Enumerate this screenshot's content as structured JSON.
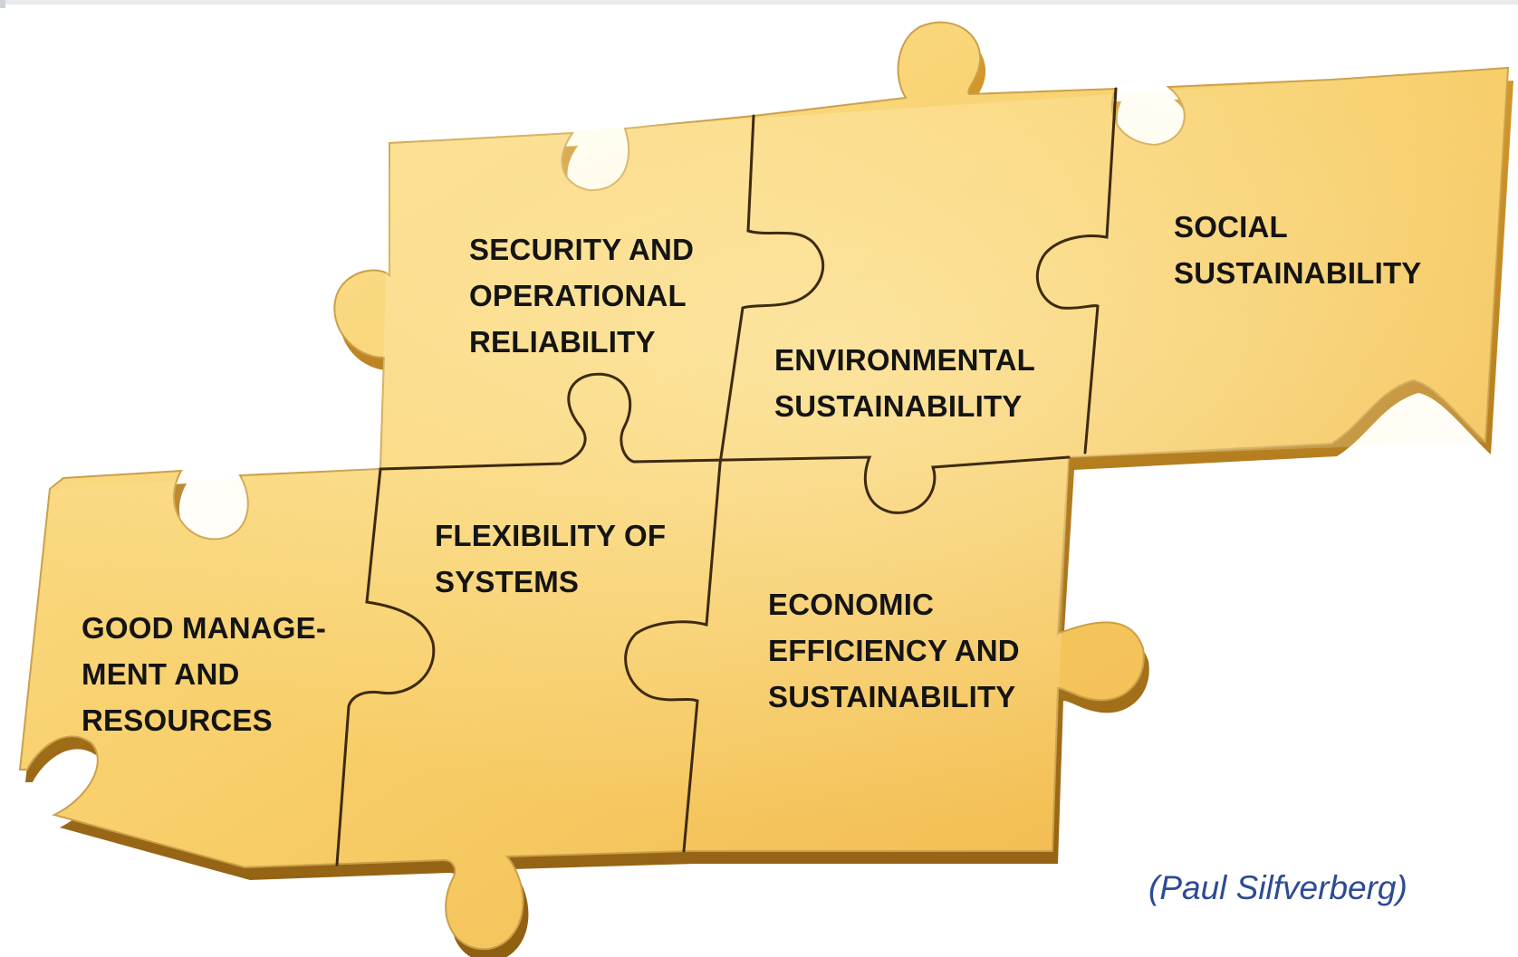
{
  "diagram": {
    "pieces": {
      "security": "SECURITY AND\nOPERATIONAL\nRELIABILITY",
      "social": "SOCIAL\nSUSTAINABILITY",
      "environmental": "ENVIRONMENTAL\nSUSTAINABILITY",
      "flexibility": "FLEXIBILITY OF\nSYSTEMS",
      "good_management": "GOOD MANAGE-\nMENT AND\nRESOURCES",
      "economic": "ECONOMIC\nEFFICIENCY AND\nSUSTAINABILITY"
    },
    "credit": "(Paul Silfverberg)",
    "colors": {
      "gold_light": "#fbdc86",
      "gold_mid": "#f5c35a",
      "gold_dark": "#b8801e",
      "seam": "#3d2a10",
      "credit_text": "#2c4b93",
      "label_text": "#141414"
    },
    "icons": [
      "puzzle-pieces-illustration"
    ]
  }
}
